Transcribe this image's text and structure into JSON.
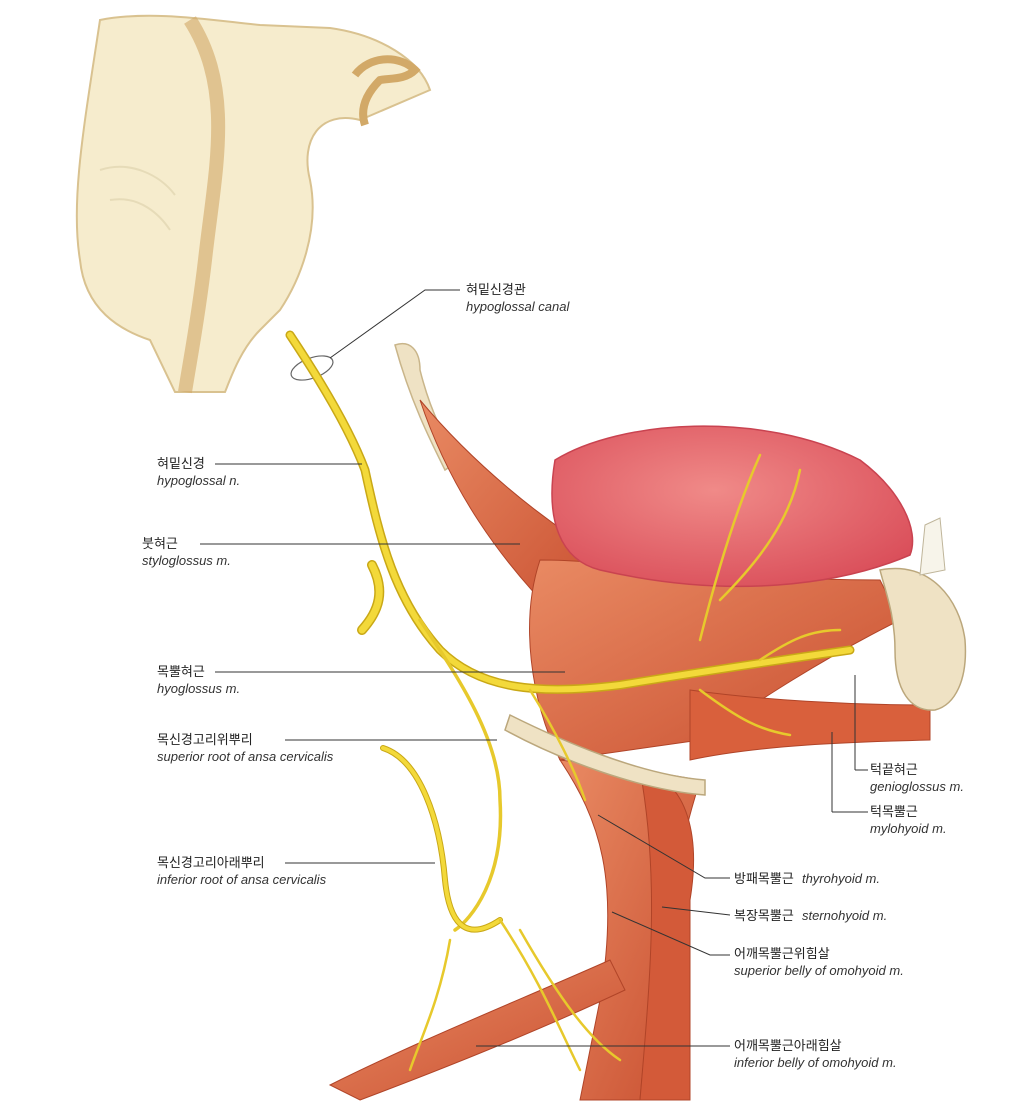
{
  "labels": {
    "hypoglossal_canal": {
      "ko": "혀밑신경관",
      "en": "hypoglossal canal"
    },
    "hypoglossal_nerve": {
      "ko": "혀밑신경",
      "en": "hypoglossal n."
    },
    "styloglossus": {
      "ko": "붓혀근",
      "en": "styloglossus m."
    },
    "hyoglossus": {
      "ko": "목뿔혀근",
      "en": "hyoglossus m."
    },
    "superior_root": {
      "ko": "목신경고리위뿌리",
      "en": "superior root of ansa cervicalis"
    },
    "inferior_root": {
      "ko": "목신경고리아래뿌리",
      "en": "inferior root of ansa cervicalis"
    },
    "genioglossus": {
      "ko": "턱끝혀근",
      "en": "genioglossus m."
    },
    "mylohyoid": {
      "ko": "턱목뿔근",
      "en": "mylohyoid m."
    },
    "thyrohyoid": {
      "ko": "방패목뿔근",
      "en": "thyrohyoid m."
    },
    "sternohyoid": {
      "ko": "복장목뿔근",
      "en": "sternohyoid m."
    },
    "omohyoid_superior": {
      "ko": "어깨목뿔근위힘살",
      "en": "superior belly of omohyoid m."
    },
    "omohyoid_inferior": {
      "ko": "어깨목뿔근아래힘살",
      "en": "inferior belly of omohyoid m."
    }
  },
  "colors": {
    "brainstem": "#f6eccd",
    "brainstem_edge": "#e0c99a",
    "muscle": "#d9603c",
    "muscle_light": "#e98a63",
    "tongue": "#e5646a",
    "nerve": "#f3d93a",
    "nerve_edge": "#c9a816",
    "bone": "#efe2c4",
    "leader": "#333333"
  }
}
